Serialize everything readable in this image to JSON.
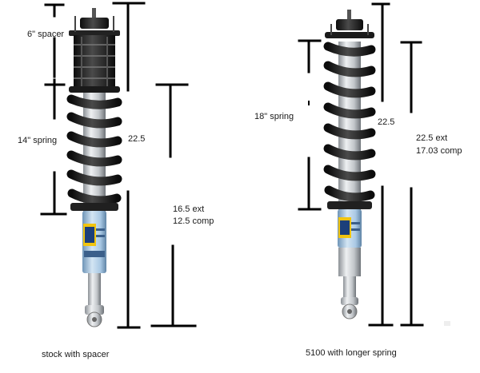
{
  "left": {
    "spacer_label": "6\" spacer",
    "spring_label": "14\" spring",
    "total_label": "22.5",
    "ext_label": "16.5 ext",
    "comp_label": "12.5 comp",
    "caption": "stock with spacer"
  },
  "right": {
    "spring_label": "18\" spring",
    "total_label": "22.5",
    "ext_label": "22.5 ext",
    "comp_label": "17.03 comp",
    "caption": "5100 with longer spring"
  },
  "colors": {
    "ink": "#000000",
    "spring": "#1c1c1c",
    "shock_blue": "#a9c8e4",
    "chrome": "#d6d9dc",
    "badge_yellow": "#f1c40f"
  }
}
